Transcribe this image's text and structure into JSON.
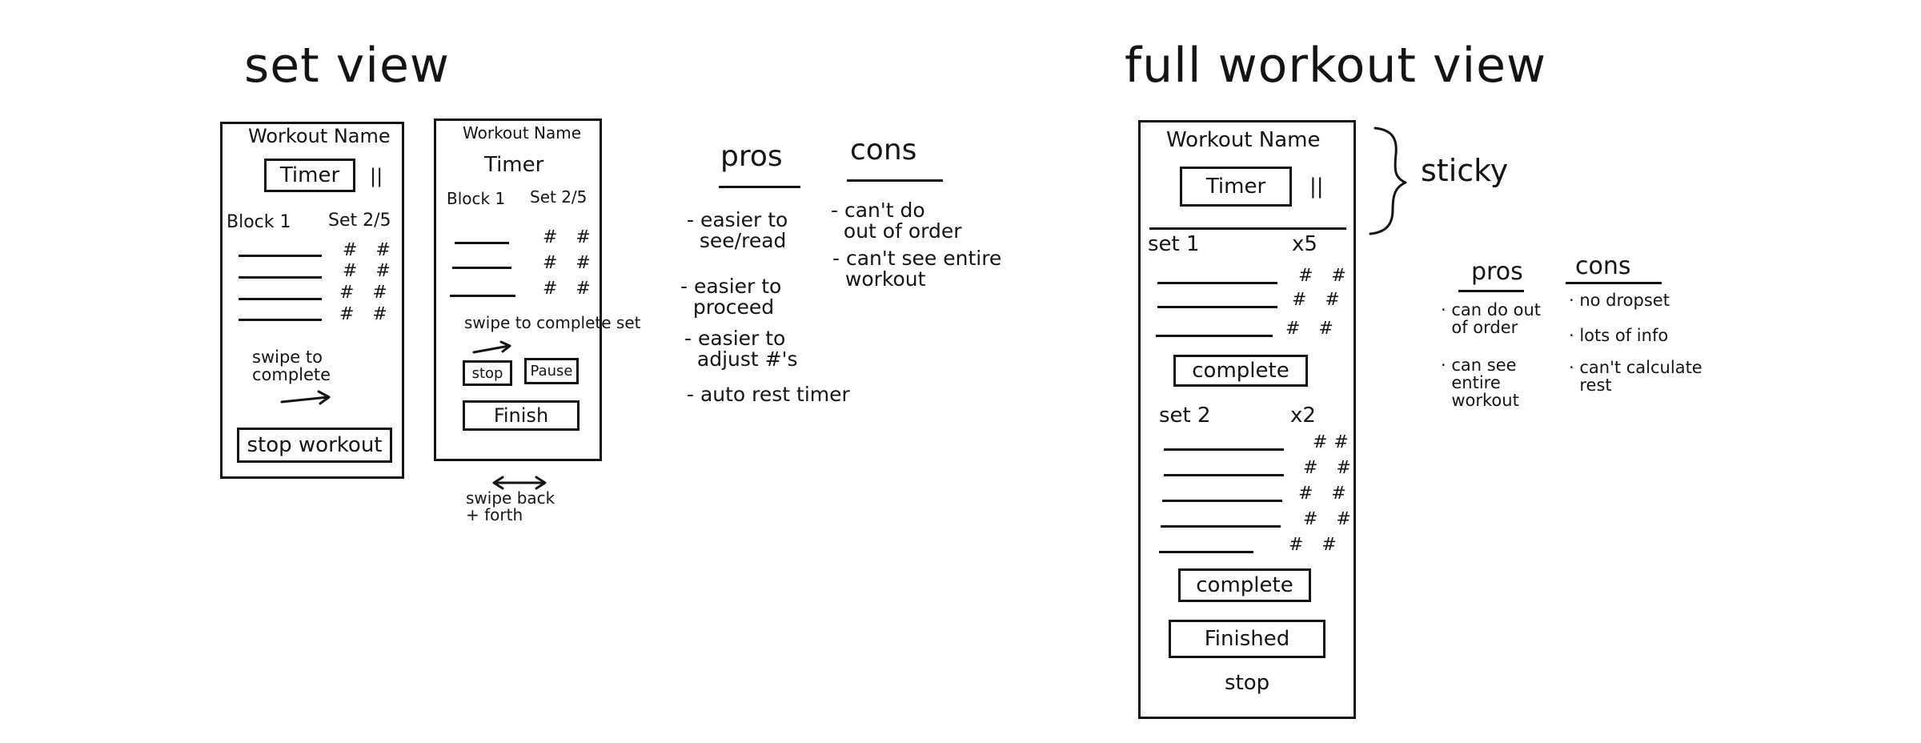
{
  "set_view": {
    "title": "set view",
    "wireframe_a": {
      "workout_name": "Workout Name",
      "timer": "Timer",
      "pause_glyph": "||",
      "block": "Block 1",
      "set": "Set 2/5",
      "rows": [
        "# #",
        "# #",
        "# #",
        "# #"
      ],
      "swipe": "swipe to\ncomplete",
      "stop_workout": "stop workout"
    },
    "wireframe_b": {
      "workout_name": "Workout Name",
      "timer": "Timer",
      "block": "Block 1",
      "set": "Set 2/5",
      "rows": [
        "# #",
        "# #",
        "# #"
      ],
      "swipe": "swipe to complete set",
      "stop": "stop",
      "pause": "Pause",
      "finish": "Finish",
      "swipe_caption": "swipe back\n+ forth"
    },
    "pros": {
      "heading": "pros",
      "items": [
        "- easier to\n  see/read",
        "- easier to\n  proceed",
        "- easier to\n  adjust #'s",
        "- auto rest timer"
      ]
    },
    "cons": {
      "heading": "cons",
      "items": [
        "- can't do\n  out of order",
        "- can't see entire\n  workout"
      ]
    }
  },
  "full_view": {
    "title": "full workout view",
    "wireframe": {
      "workout_name": "Workout Name",
      "timer": "Timer",
      "pause_glyph": "||",
      "set1_label": "set 1",
      "set1_reps": "x5",
      "set1_rows": [
        "# #",
        "# #",
        "# #"
      ],
      "complete1": "complete",
      "set2_label": "set 2",
      "set2_reps": "x2",
      "set2_rows": [
        "##",
        "# #",
        "# #",
        "# #",
        "# #"
      ],
      "complete2": "complete",
      "finished": "Finished",
      "stop": "stop"
    },
    "sticky_note": "sticky",
    "pros": {
      "heading": "pros",
      "items": [
        "· can do out\n  of order",
        "· can see\n  entire\n  workout"
      ]
    },
    "cons": {
      "heading": "cons",
      "items": [
        "· no dropset",
        "· lots of info",
        "· can't calculate\n  rest"
      ]
    }
  }
}
